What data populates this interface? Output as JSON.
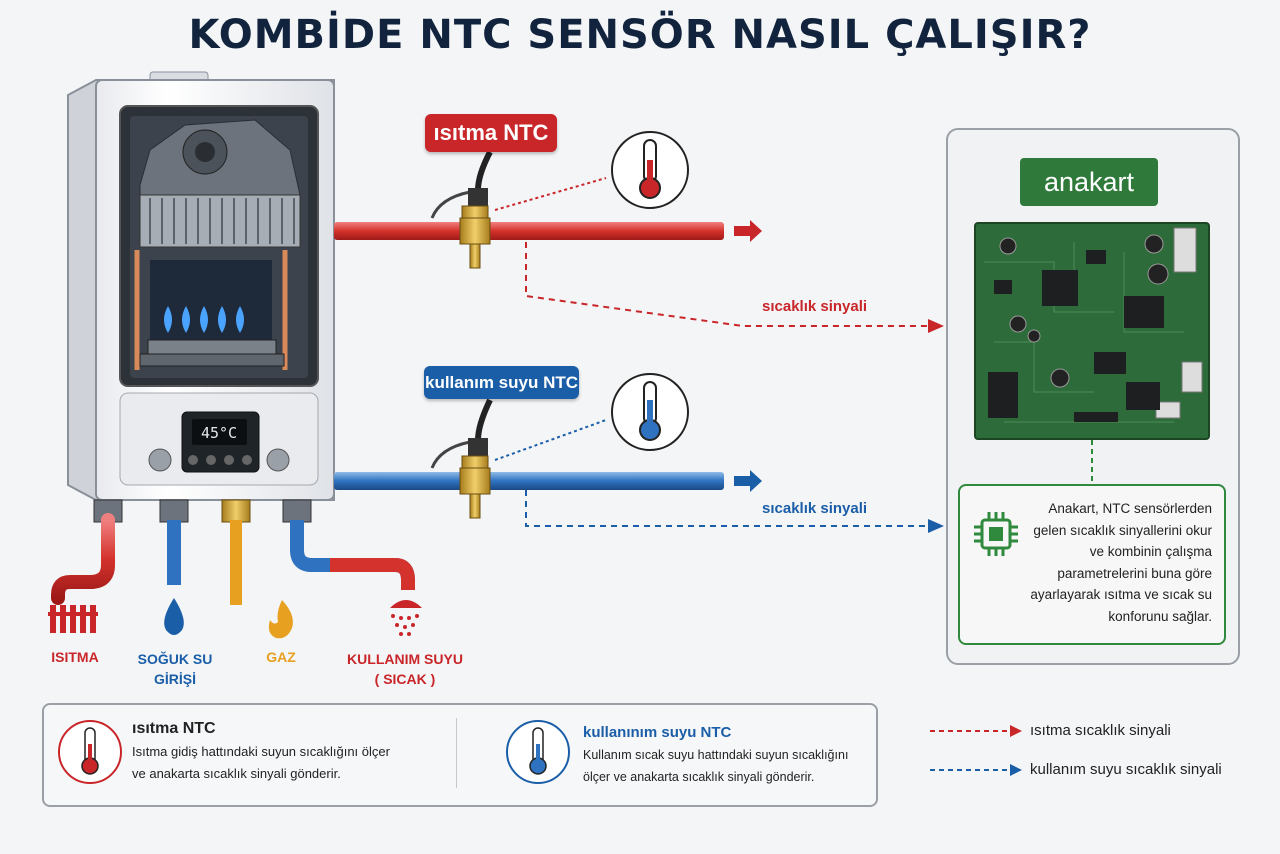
{
  "title": "KOMBİDE NTC SENSÖR NASIL ÇALIŞIR?",
  "boiler": {
    "display": "45°C"
  },
  "tags": {
    "heating_ntc": "ısıtma NTC",
    "dhw_ntc": "kullanım suyu NTC"
  },
  "signals": {
    "heating": "sıcaklık sinyali",
    "dhw": "sıcaklık sinyali"
  },
  "outlets": {
    "heating": "ISITMA",
    "cold_line1": "SOĞUK SU",
    "cold_line2": "GİRİŞİ",
    "gas": "GAZ",
    "dhw_line1": "KULLANIM SUYU",
    "dhw_line2": "( SICAK )"
  },
  "motherboard": {
    "title": "anakart",
    "description": "Anakart, NTC sensörlerden gelen sıcaklık sinyallerini okur ve kombinin çalışma parametrelerini buna göre ayarlayarak ısıtma ve sıcak su konforunu sağlar."
  },
  "legend": {
    "heating_title": "ısıtma NTC",
    "heating_desc_1": "Isıtma gidiş hattındaki suyun sıcaklığını ölçer",
    "heating_desc_2": "ve anakarta sıcaklık sinyali gönderir.",
    "dhw_title": "kullanınım suyu NTC",
    "dhw_desc_1": "Kullanım sıcak suyu hattındaki suyun sıcaklığını",
    "dhw_desc_2": "ölçer ve anakarta sıcaklık sinyali gönderir."
  },
  "key": {
    "heating_signal": "ısıtma sıcaklık sinyali",
    "dhw_signal": "kullanım suyu sıcaklık sinyali"
  },
  "colors": {
    "red": "#c9262a",
    "blue": "#1b5ea8",
    "green": "#2f7a3a",
    "gas": "#e8a020",
    "navy": "#12243d"
  }
}
